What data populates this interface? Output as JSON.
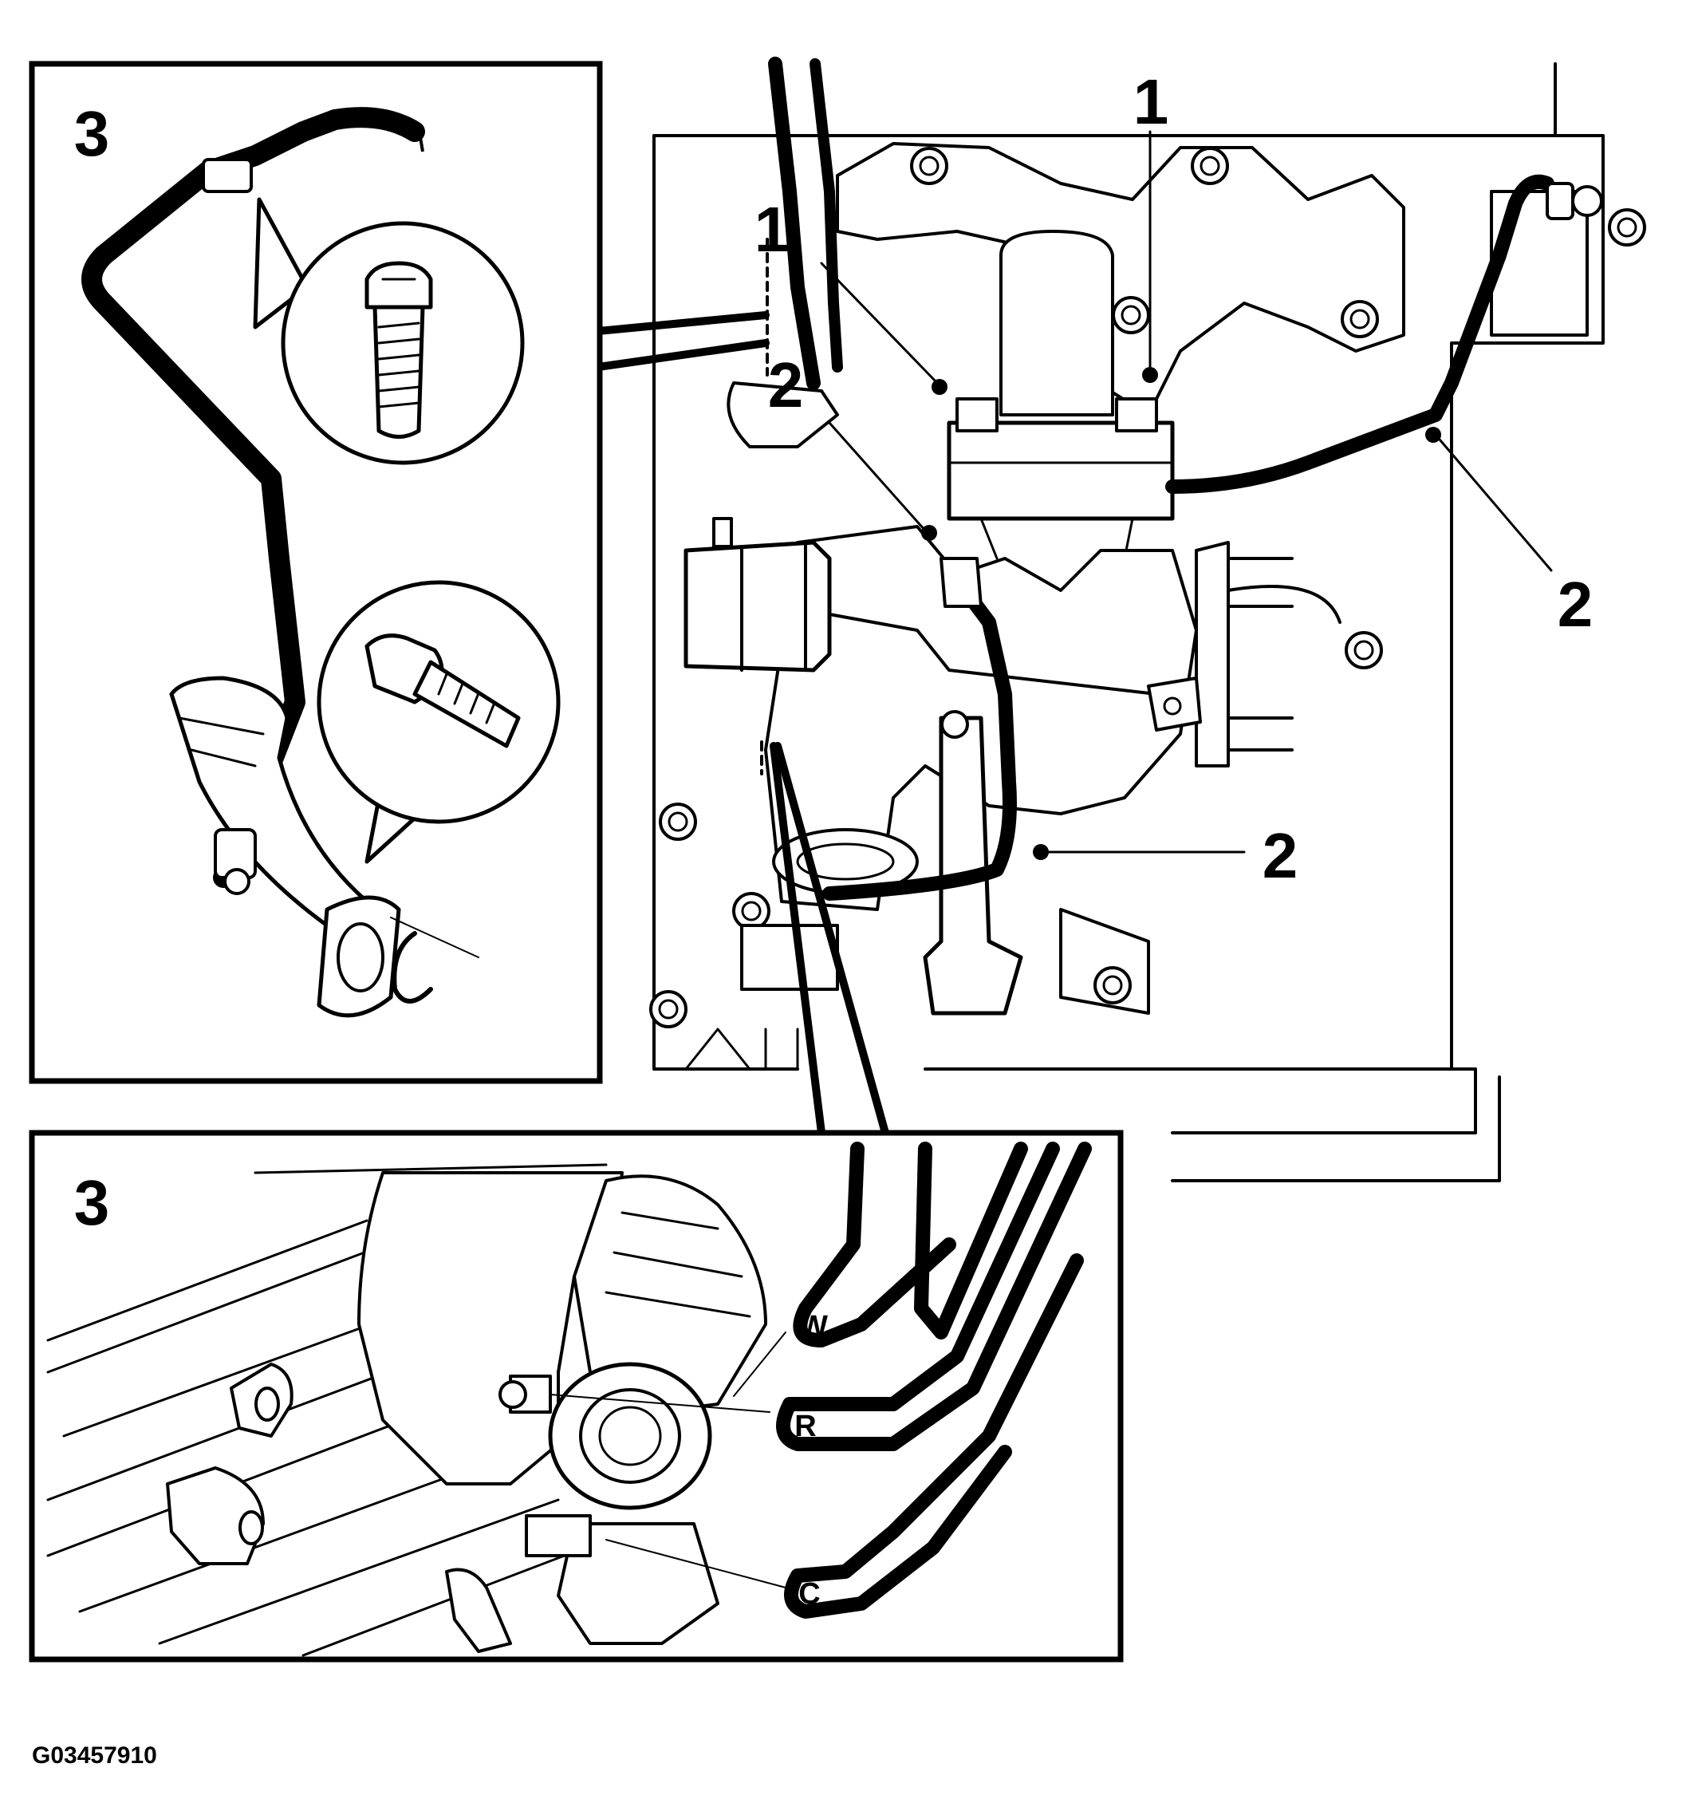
{
  "figure_id": "G03457910",
  "callouts": {
    "c1a": "1",
    "c1b": "1",
    "c2a": "2",
    "c2b": "2",
    "c2c": "2",
    "inset_top": "3",
    "inset_bottom": "3"
  },
  "hose_tags": {
    "w": "W",
    "r": "R",
    "c": "C"
  },
  "colors": {
    "ink": "#000000",
    "paper": "#ffffff"
  }
}
